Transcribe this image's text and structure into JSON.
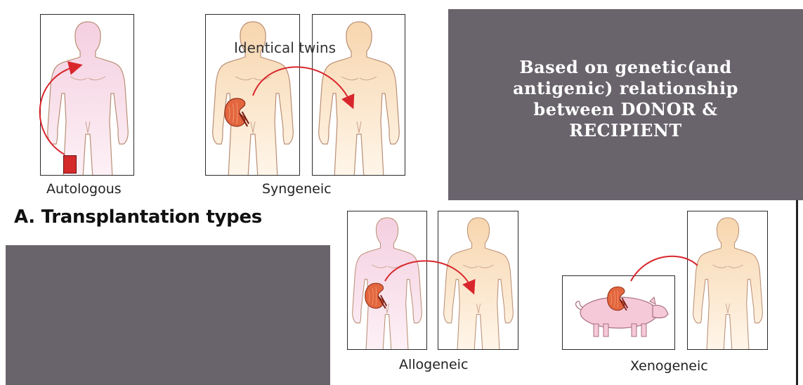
{
  "labels": {
    "autologous": "Autologous",
    "syngeneic": "Syngeneic",
    "identical_twins": "Identical twins",
    "allogeneic": "Allogeneic",
    "xenogeneic": "Xenogeneic"
  },
  "heading": "A. Transplantation types",
  "panel": {
    "line1": "Based on genetic(and",
    "line2": "antigenic) relationship",
    "line3": "between DONOR &",
    "line4": "RECIPIENT"
  },
  "colors": {
    "panel": "#69646c",
    "arrow": "#d8262c",
    "body_pink": "#f7d9e6",
    "body_peach": "#fbe3c4",
    "kidney": "#e0613a",
    "pig": "#f5c7d6"
  },
  "icons": [
    "human-figure-icon",
    "kidney-icon",
    "pig-icon",
    "graft-square-icon",
    "arrow-icon"
  ]
}
